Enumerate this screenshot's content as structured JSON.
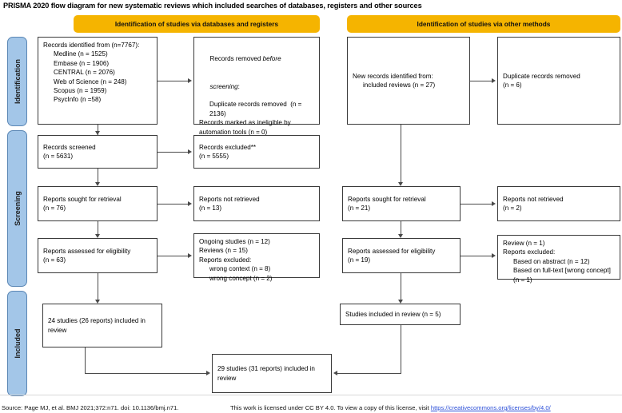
{
  "title": "PRISMA 2020 flow diagram for new systematic reviews which included searches of databases, registers and other sources",
  "headers": {
    "left": "Identification of studies via databases and registers",
    "right": "Identification of studies via other methods"
  },
  "stages": [
    {
      "key": "identification",
      "label": "Identification"
    },
    {
      "key": "screening",
      "label": "Screening"
    },
    {
      "key": "included",
      "label": "Included"
    }
  ],
  "colors": {
    "header_bar": "#F5B400",
    "stage_bar": "#A3C6E8",
    "stage_bar_border": "#5B87B5",
    "box_border": "#3A3A3A",
    "connector": "#4A4A4A",
    "link": "#2B4FD8"
  },
  "boxes": {
    "records_identified": {
      "lines": [
        "Records identified from (n=7767):",
        "Medline (n = 1525)",
        "Embase (n = 1906)",
        "CENTRAL (n = 2076)",
        "Web of Science (n = 248)",
        "Scopus (n = 1959)",
        "PsycInfo (n =58)"
      ]
    },
    "records_removed": {
      "line1a": "Records removed ",
      "line1b": "before",
      "line2a": "screening",
      "line2b": ":",
      "line3": "Duplicate records removed  (n = 2136)",
      "line4": "Records marked as ineligible by automation tools (n = 0)"
    },
    "records_screened": {
      "lines": [
        "Records screened",
        "(n = 5631)"
      ]
    },
    "records_excluded": {
      "lines": [
        "Records excluded**",
        "(n = 5555)"
      ]
    },
    "reports_sought_left": {
      "lines": [
        "Reports sought for retrieval",
        "(n = 76)"
      ]
    },
    "reports_not_retrieved_left": {
      "lines": [
        "Reports not retrieved",
        "(n = 13)"
      ]
    },
    "reports_assessed_left": {
      "lines": [
        "Reports assessed for eligibility",
        "(n = 63)"
      ]
    },
    "reports_excluded_left": {
      "line1": "Ongoing studies (n = 12)",
      "line2": "Reviews (n = 15)",
      "line3": "Reports excluded:",
      "line4": "wrong context (n = 8)",
      "line5": "wrong concept (n = 2)"
    },
    "studies_included_left": {
      "lines": [
        "24 studies (26 reports) included in review"
      ]
    },
    "new_records_identified": {
      "line1": "New records identified from:",
      "line2": "included reviews (n = 27)"
    },
    "duplicate_records_removed": {
      "lines": [
        "Duplicate records removed",
        "(n = 6)"
      ]
    },
    "reports_sought_right": {
      "lines": [
        "Reports sought for retrieval",
        "(n = 21)"
      ]
    },
    "reports_not_retrieved_right": {
      "lines": [
        "Reports not retrieved",
        "(n = 2)"
      ]
    },
    "reports_assessed_right": {
      "lines": [
        "Reports assessed for eligibility",
        "(n = 19)"
      ]
    },
    "reports_excluded_right": {
      "line1": "Review (n = 1)",
      "line2": "Reports excluded:",
      "line3": "Based on abstract (n = 12)",
      "line4": "Based on full-text [wrong concept] (n = 1)"
    },
    "studies_included_right": {
      "lines": [
        "Studies included in review (n = 5)"
      ]
    },
    "studies_included_total": {
      "lines": [
        "29 studies (31 reports) included in review"
      ]
    }
  },
  "footer": {
    "source": "Source: Page MJ, et al. BMJ 2021;372:n71. doi: 10.1136/bmj.n71.",
    "license_text": "This work is licensed under CC BY 4.0. To view a copy of this license, visit ",
    "license_url": "https://creativecommons.org/licenses/by/4.0/"
  }
}
